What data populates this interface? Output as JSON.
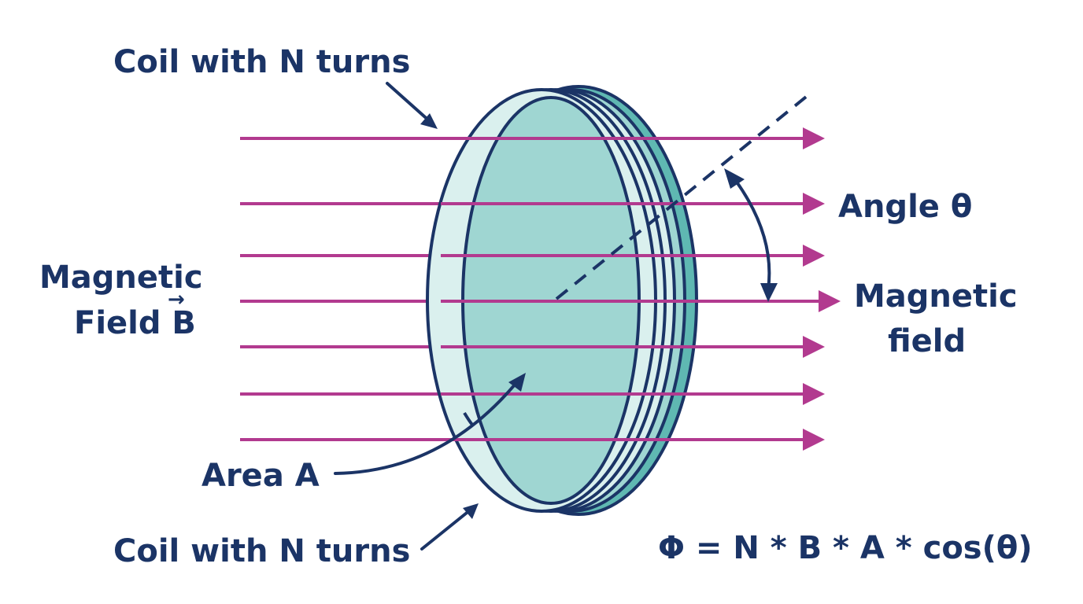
{
  "labels": {
    "coil_top": "Coil with N turns",
    "coil_bottom": "Coil with N turns",
    "field_left_line1": "Magnetic",
    "field_left_line2": "Field B",
    "vector_symbol": "→",
    "area": "Area A",
    "angle": "Angle θ",
    "field_right_line1": "Magnetic",
    "field_right_line2": "field",
    "formula": "Φ = N * B * A * cos(θ)"
  },
  "colors": {
    "field_lines": "#b23a8f",
    "outline": "#1b3466",
    "coil_face": "#9fd6d2",
    "coil_rim": "#daf0ee",
    "coil_side": "#5fb8b2"
  },
  "field_lines": {
    "count": 7
  },
  "icons": [
    "field-arrow",
    "pointer-arrow",
    "angle-arc-arrow"
  ]
}
